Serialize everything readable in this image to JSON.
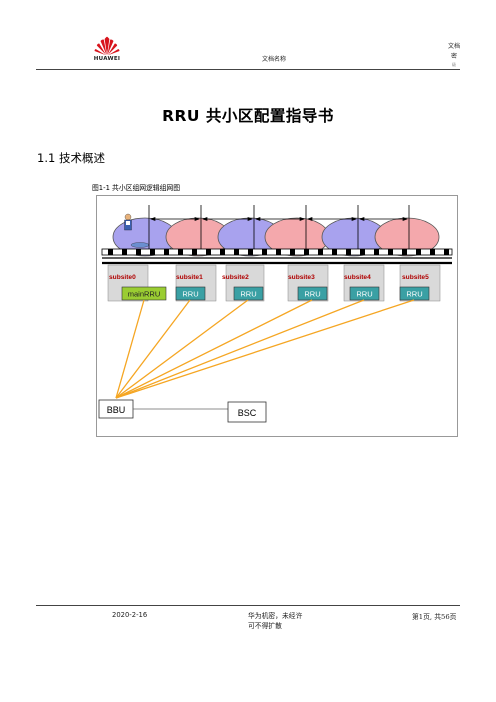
{
  "header": {
    "logo_text": "HUAWEI",
    "doc_name": "文档名称",
    "doc_label_line1": "文档",
    "doc_label_line2": "密",
    "doc_label_line3": "级"
  },
  "title": "RRU 共小区配置指导书",
  "section": "1.1 技术概述",
  "figure": {
    "caption": "图1-1  共小区组网逻辑组网图",
    "subsites": [
      "subsite0",
      "subsite1",
      "subsite2",
      "subsite3",
      "subsite4",
      "subsite5"
    ],
    "rrus": [
      "mainRRU",
      "RRU",
      "RRU",
      "RRU",
      "RRU",
      "RRU"
    ],
    "bbu": "BBU",
    "bsc": "BSC"
  },
  "footer": {
    "date": "2020-2-16",
    "confidential_line1": "华为机密，未经许",
    "confidential_line2": "可不得扩散",
    "page": "第1页, 共56页"
  },
  "colors": {
    "blue_cell": "#a8a2ee",
    "pink_cell": "#f4a8ac",
    "rru_box": "#3aa0a4",
    "main_rru": "#9acd32",
    "link_line": "#f5a623",
    "subsite_label": "#b00000",
    "logo_red": "#d8141c"
  }
}
